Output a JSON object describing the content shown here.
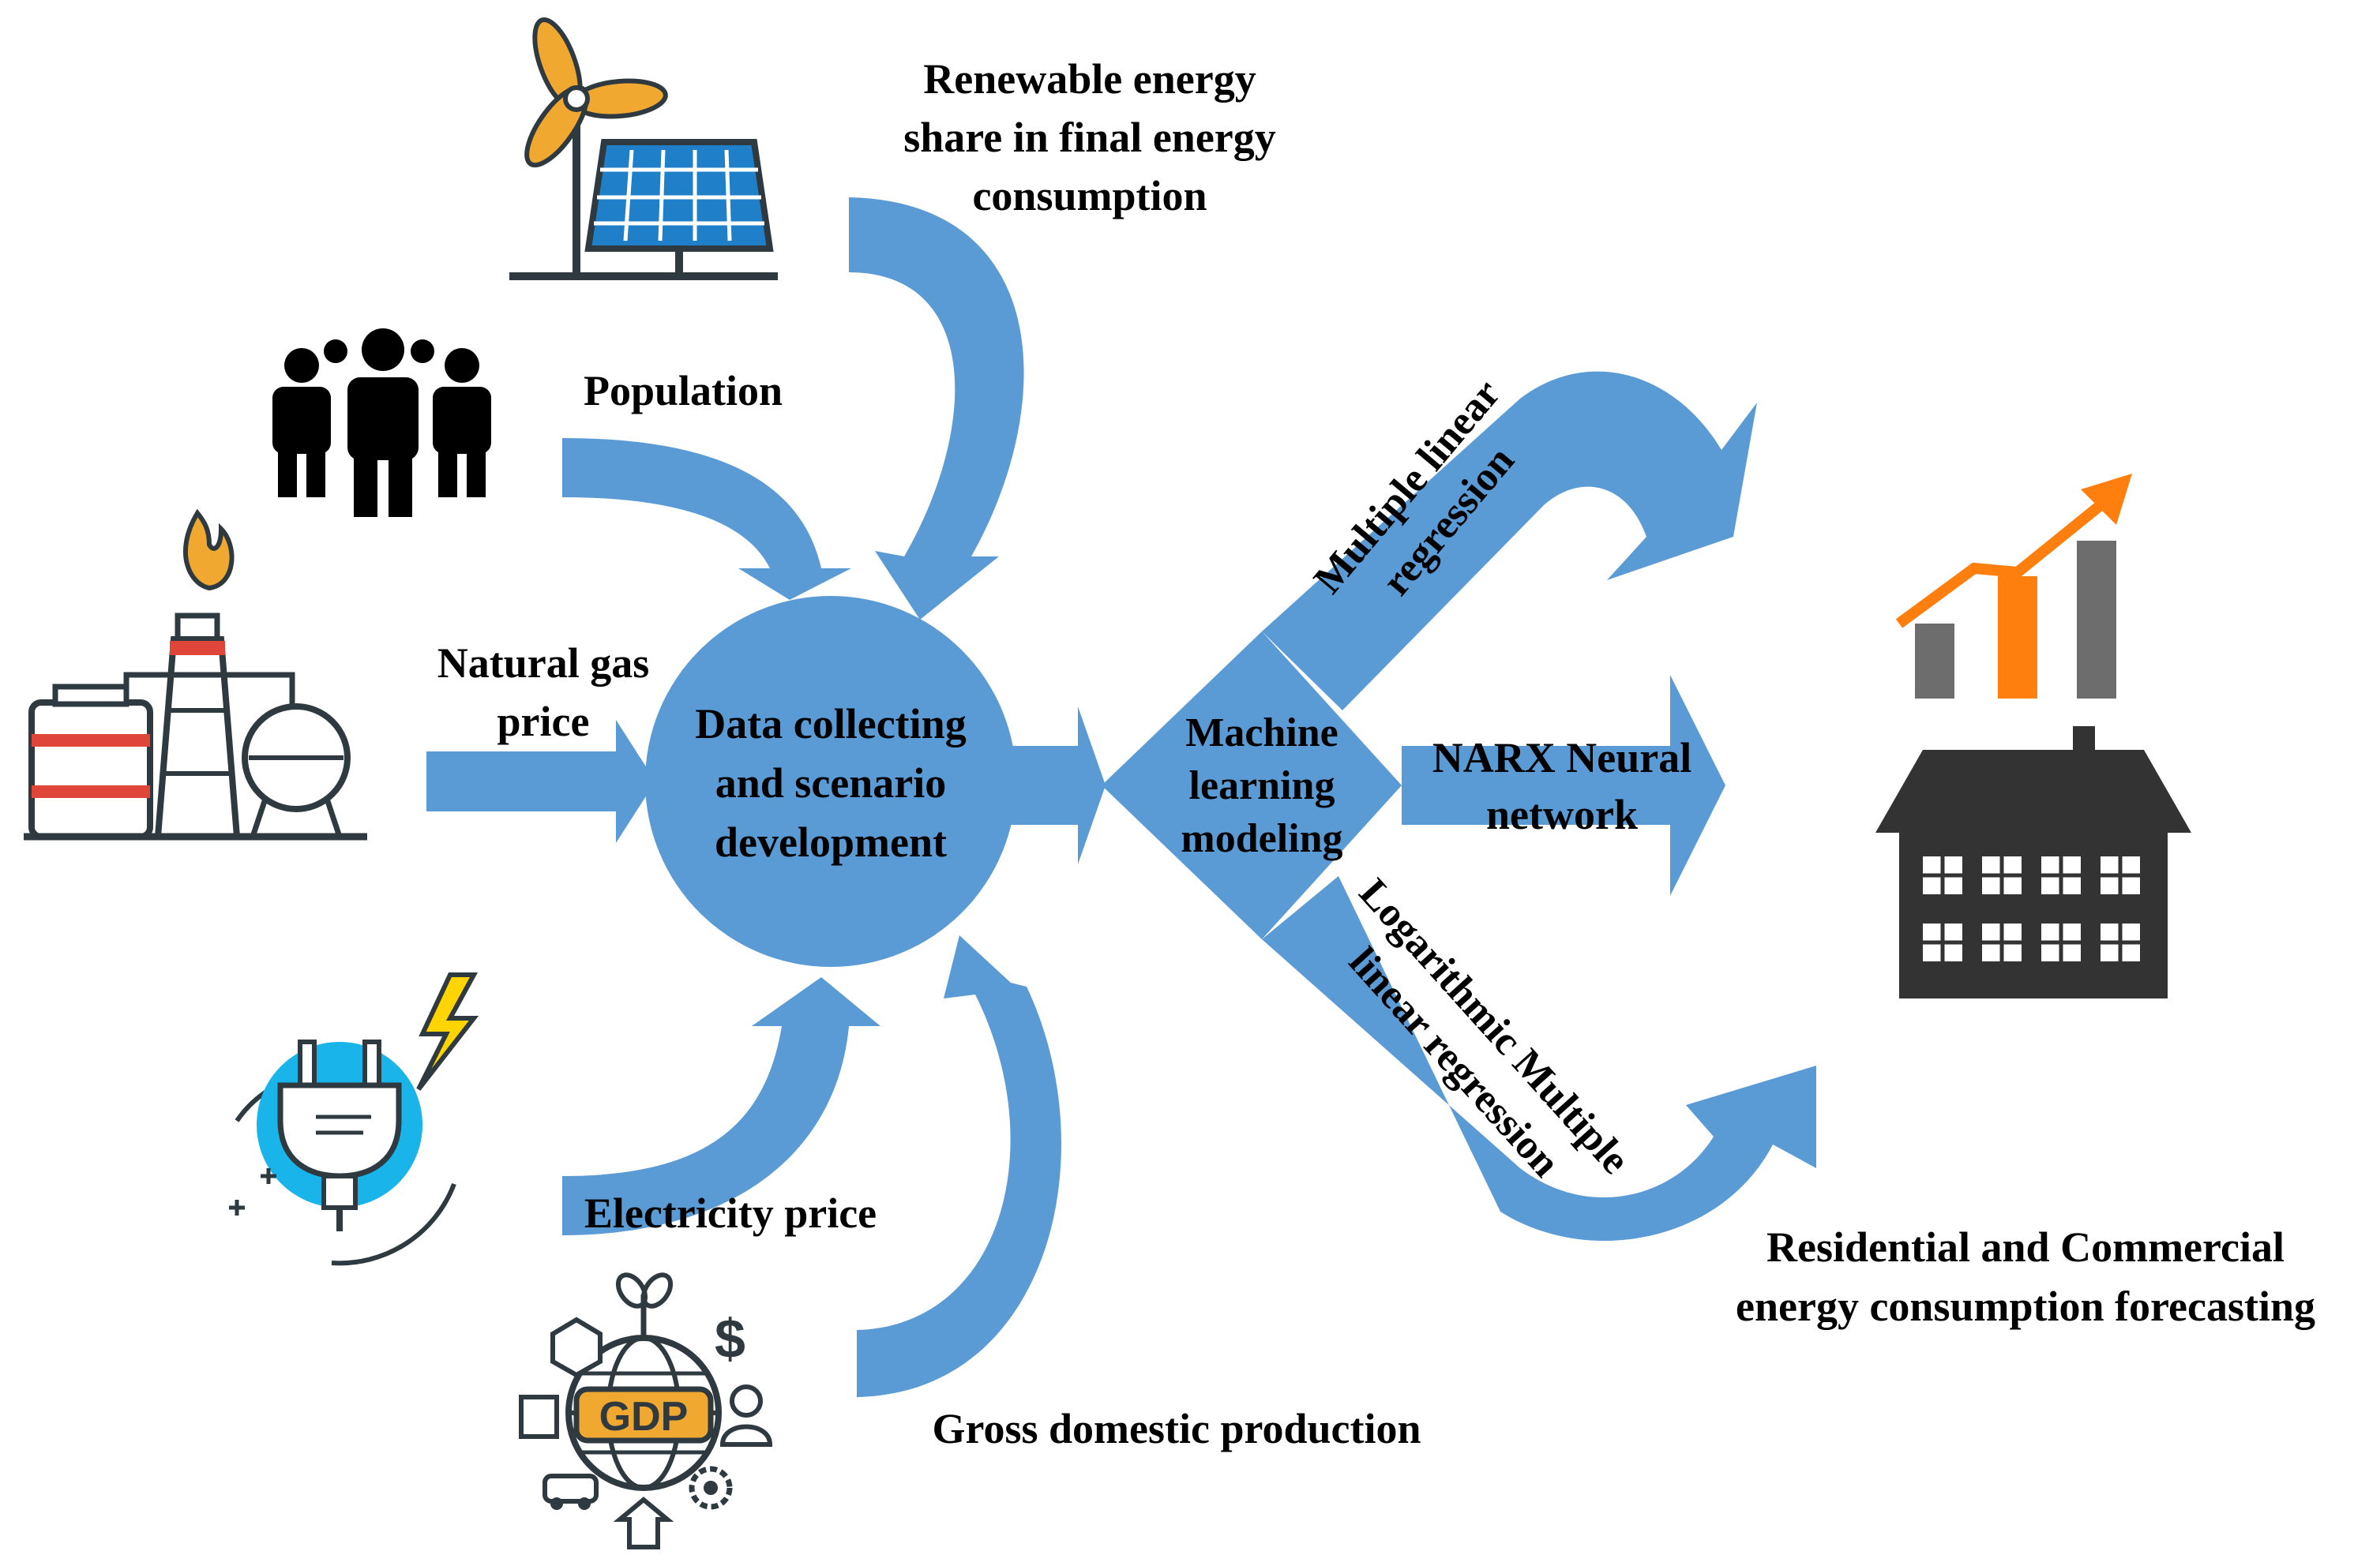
{
  "inputs": {
    "renewable": [
      "Renewable energy",
      "share in final energy",
      "consumption"
    ],
    "population": "Population",
    "natural_gas": [
      "Natural gas",
      "price"
    ],
    "electricity": "Electricity price",
    "gdp": "Gross domestic production"
  },
  "hub": [
    "Data collecting",
    "and scenario",
    "development"
  ],
  "ml": [
    "Machine",
    "learning",
    "modeling"
  ],
  "methods": {
    "mlr": [
      "Multiple linear",
      "regression"
    ],
    "narx": [
      "NARX Neural",
      "network"
    ],
    "lmlr": [
      "Logarithmic Multiple",
      "linear regression"
    ]
  },
  "output": [
    "Residential and Commercial",
    "energy consumption forecasting"
  ],
  "gdp_icon_text": "GDP",
  "colors": {
    "arrow": "#5b9bd5",
    "icon_dark": "#2f3a40",
    "solar": "#1f7fc8",
    "turbine": "#f0a830",
    "factory_red": "#e0453a",
    "plug_circle": "#19b4ea",
    "bolt": "#ffd400",
    "bar_orange": "#ff7f0e",
    "bar_gray": "#6d6d6d",
    "house": "#333333"
  },
  "icons": [
    "wind-turbine-solar-icon",
    "people-icon",
    "gas-factory-icon",
    "electric-plug-icon",
    "gdp-globe-icon",
    "house-chart-icon"
  ]
}
